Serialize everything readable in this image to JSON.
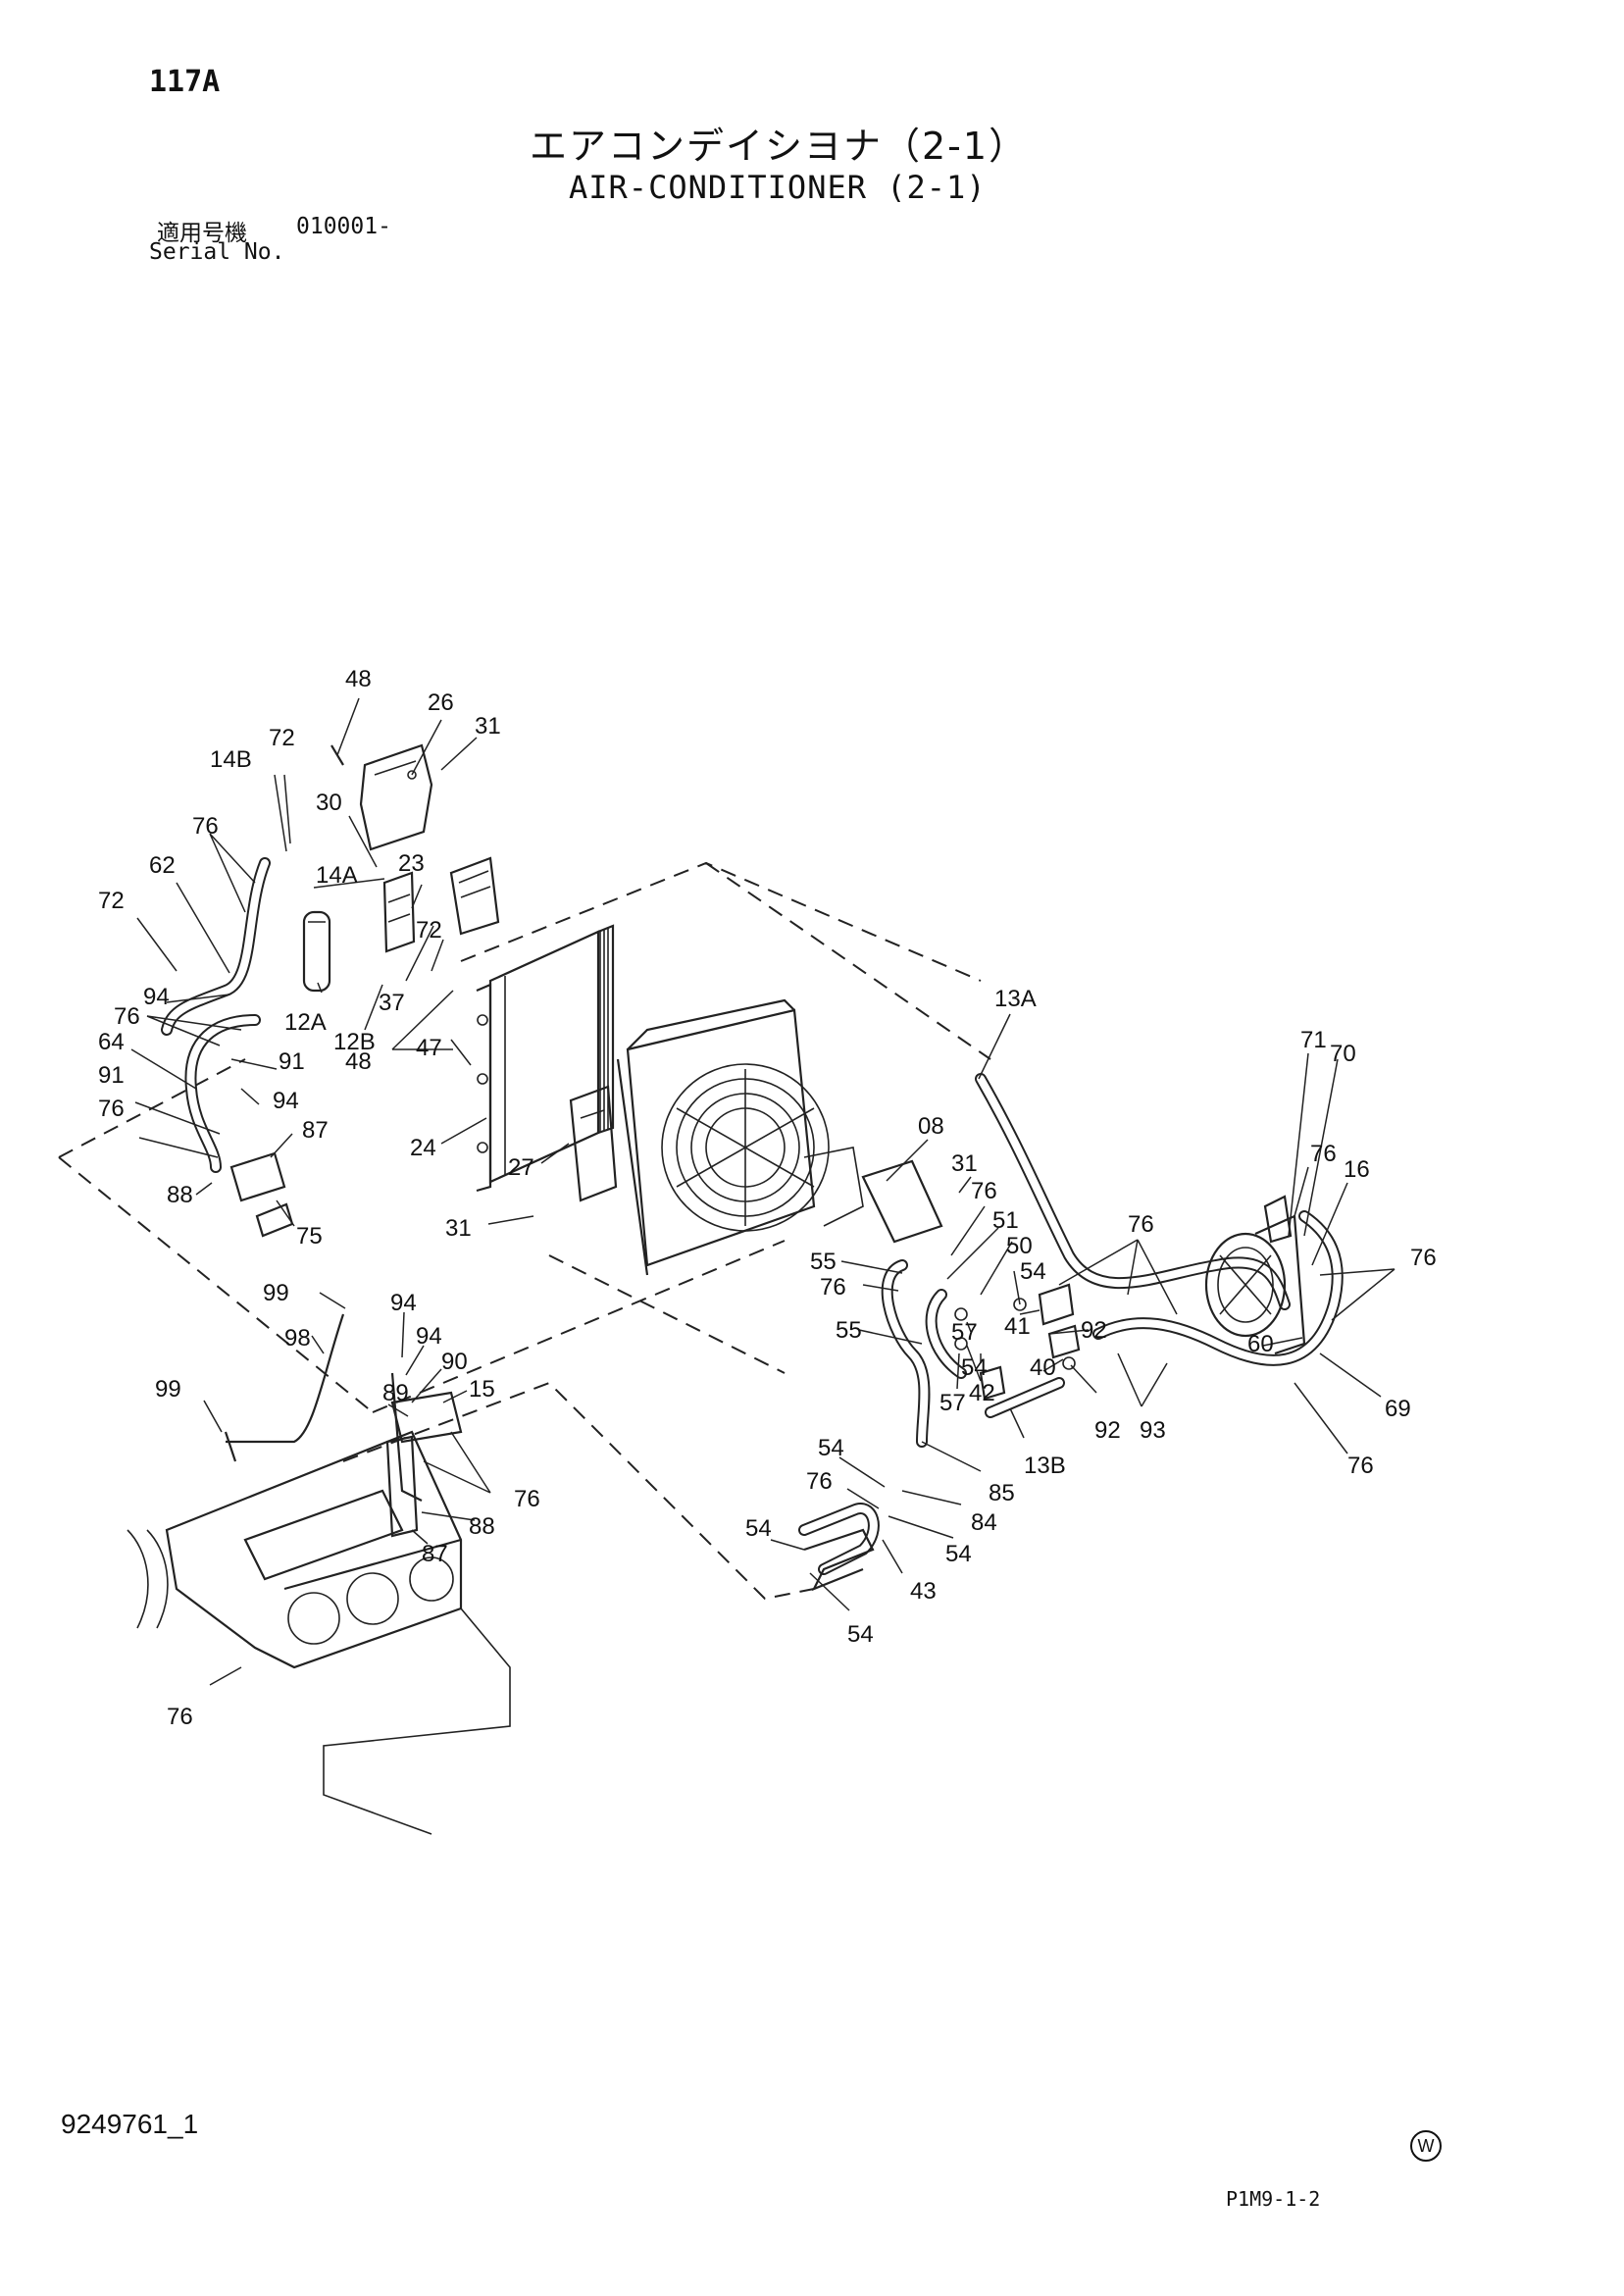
{
  "header": {
    "page_number": "117A",
    "title_jp": "エアコンデイシヨナ（2-1）",
    "title_en": "AIR-CONDITIONER (2-1)",
    "serial_label_jp": "適用号機",
    "serial_value": "010001-",
    "serial_label_en": "Serial No."
  },
  "callouts": [
    {
      "id": "c48a",
      "label": "48"
    },
    {
      "id": "c26",
      "label": "26"
    },
    {
      "id": "c31a",
      "label": "31"
    },
    {
      "id": "c14b",
      "label": "14B"
    },
    {
      "id": "c72a",
      "label": "72"
    },
    {
      "id": "c30",
      "label": "30"
    },
    {
      "id": "c76a",
      "label": "76"
    },
    {
      "id": "c14a",
      "label": "14A"
    },
    {
      "id": "c23",
      "label": "23"
    },
    {
      "id": "c62",
      "label": "62"
    },
    {
      "id": "c72b",
      "label": "72"
    },
    {
      "id": "c72c",
      "label": "72"
    },
    {
      "id": "c94a",
      "label": "94"
    },
    {
      "id": "c37",
      "label": "37"
    },
    {
      "id": "c12a",
      "label": "12A"
    },
    {
      "id": "c76b",
      "label": "76"
    },
    {
      "id": "c91a",
      "label": "91"
    },
    {
      "id": "c12b",
      "label": "12B"
    },
    {
      "id": "c48b",
      "label": "48"
    },
    {
      "id": "c47",
      "label": "47"
    },
    {
      "id": "c64",
      "label": "64"
    },
    {
      "id": "c94b",
      "label": "94"
    },
    {
      "id": "c91b",
      "label": "91"
    },
    {
      "id": "c76c",
      "label": "76"
    },
    {
      "id": "c87a",
      "label": "87"
    },
    {
      "id": "c24",
      "label": "24"
    },
    {
      "id": "c88a",
      "label": "88"
    },
    {
      "id": "c75",
      "label": "75"
    },
    {
      "id": "c27",
      "label": "27"
    },
    {
      "id": "c31b",
      "label": "31"
    },
    {
      "id": "c13a",
      "label": "13A"
    },
    {
      "id": "c71",
      "label": "71"
    },
    {
      "id": "c70",
      "label": "70"
    },
    {
      "id": "c08",
      "label": "08"
    },
    {
      "id": "c31c",
      "label": "31"
    },
    {
      "id": "c76d",
      "label": "76"
    },
    {
      "id": "c76e",
      "label": "76"
    },
    {
      "id": "c16",
      "label": "16"
    },
    {
      "id": "c76f",
      "label": "76"
    },
    {
      "id": "c76g",
      "label": "76"
    },
    {
      "id": "c51",
      "label": "51"
    },
    {
      "id": "c50",
      "label": "50"
    },
    {
      "id": "c55a",
      "label": "55"
    },
    {
      "id": "c76h",
      "label": "76"
    },
    {
      "id": "c54a",
      "label": "54"
    },
    {
      "id": "c41",
      "label": "41"
    },
    {
      "id": "c92a",
      "label": "92"
    },
    {
      "id": "c57a",
      "label": "57"
    },
    {
      "id": "c55b",
      "label": "55"
    },
    {
      "id": "c54b",
      "label": "54"
    },
    {
      "id": "c40",
      "label": "40"
    },
    {
      "id": "c60",
      "label": "60"
    },
    {
      "id": "c42",
      "label": "42"
    },
    {
      "id": "c57b",
      "label": "57"
    },
    {
      "id": "c92b",
      "label": "92"
    },
    {
      "id": "c93",
      "label": "93"
    },
    {
      "id": "c69",
      "label": "69"
    },
    {
      "id": "c13b",
      "label": "13B"
    },
    {
      "id": "c76i",
      "label": "76"
    },
    {
      "id": "c99a",
      "label": "99"
    },
    {
      "id": "c94c",
      "label": "94"
    },
    {
      "id": "c98",
      "label": "98"
    },
    {
      "id": "c94d",
      "label": "94"
    },
    {
      "id": "c90",
      "label": "90"
    },
    {
      "id": "c99b",
      "label": "99"
    },
    {
      "id": "c89",
      "label": "89"
    },
    {
      "id": "c15",
      "label": "15"
    },
    {
      "id": "c76j",
      "label": "76"
    },
    {
      "id": "c88b",
      "label": "88"
    },
    {
      "id": "c87b",
      "label": "87"
    },
    {
      "id": "c54c",
      "label": "54"
    },
    {
      "id": "c85",
      "label": "85"
    },
    {
      "id": "c76k",
      "label": "76"
    },
    {
      "id": "c84",
      "label": "84"
    },
    {
      "id": "c54d",
      "label": "54"
    },
    {
      "id": "c54e",
      "label": "54"
    },
    {
      "id": "c43",
      "label": "43"
    },
    {
      "id": "c54f",
      "label": "54"
    },
    {
      "id": "c76l",
      "label": "76"
    }
  ],
  "footer": {
    "document_number": "9249761_1",
    "mark": "W",
    "page_code": "P1M9-1-2"
  }
}
